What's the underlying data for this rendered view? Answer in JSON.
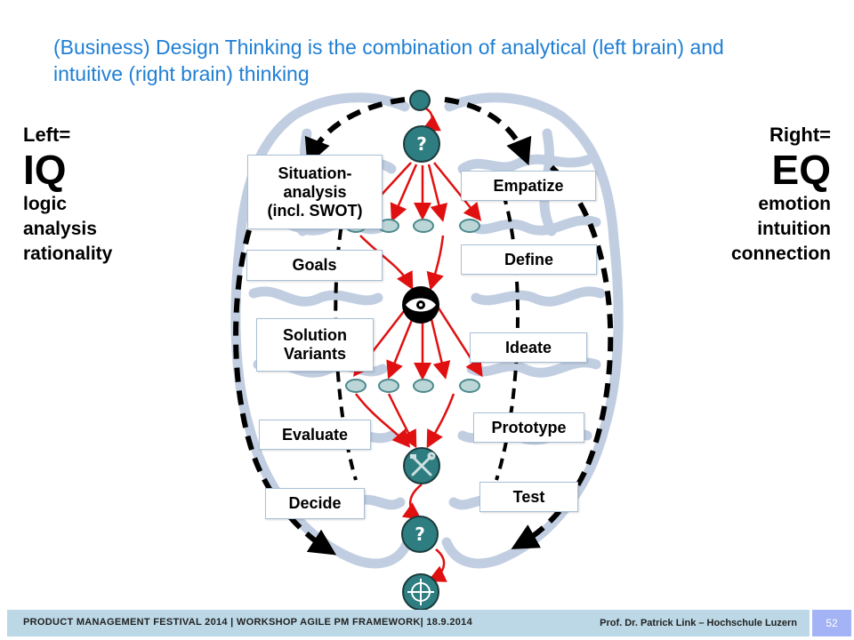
{
  "title": "(Business) Design Thinking is the combination of analytical (left brain) and intuitive (right brain) thinking",
  "left": {
    "heading": "Left=",
    "big": "IQ",
    "words": [
      "logic",
      "analysis",
      "rationality"
    ]
  },
  "right": {
    "heading": "Right=",
    "big": "EQ",
    "words": [
      "emotion",
      "intuition",
      "connection"
    ]
  },
  "left_steps": [
    "Situation-\nanalysis\n(incl. SWOT)",
    "Goals",
    "Solution\nVariants",
    "Evaluate",
    "Decide"
  ],
  "right_steps": [
    "Empatize",
    "Define",
    "Ideate",
    "Prototype",
    "Test"
  ],
  "nodes": {
    "question1": "?",
    "question2": "?",
    "eye": "eye-icon",
    "tools": "tools-icon",
    "target": "crosshair-icon"
  },
  "colors": {
    "title": "#1f7fd4",
    "node_fill": "#2e7d80",
    "arrow": "#e01010",
    "footer": "#bcd8e6",
    "pagenum_bg": "#a3b3f5",
    "brain": "#b7c6dc"
  },
  "footer": {
    "left": "PRODUCT  MANAGEMENT  FESTIVAL  2014 | WORKSHOP  AGILE  PM FRAMEWORK|  18.9.2014",
    "right": "Prof. Dr. Patrick Link – Hochschule Luzern",
    "page": "52"
  }
}
